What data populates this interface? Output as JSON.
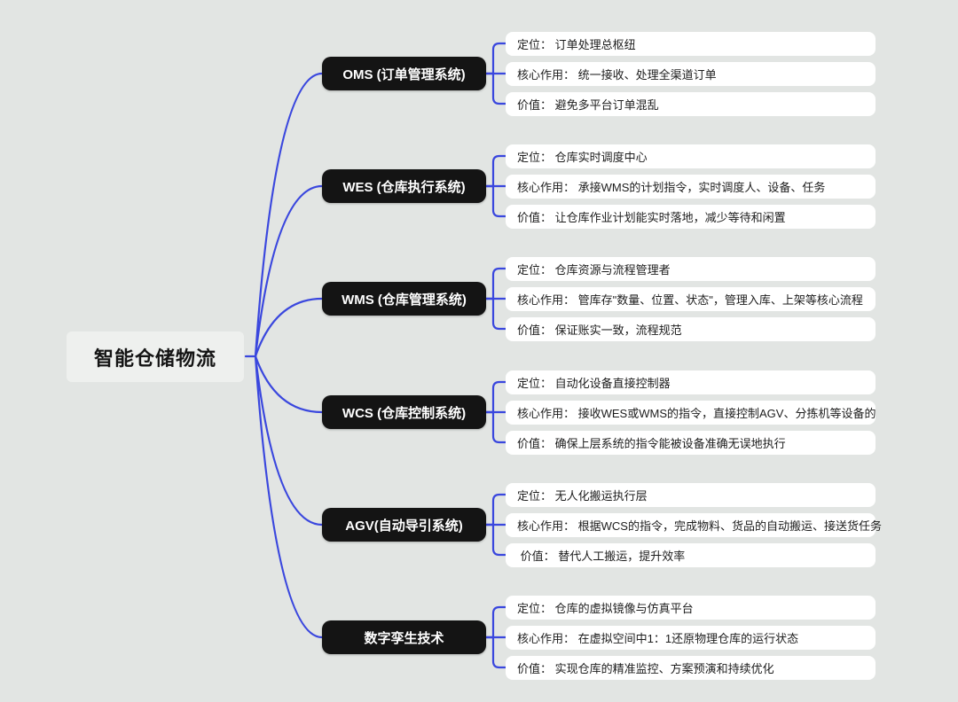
{
  "root": {
    "label": "智能仓储物流"
  },
  "branches": [
    {
      "label": "OMS (订单管理系统)",
      "children": [
        "定位： 订单处理总枢纽",
        "核心作用： 统一接收、处理全渠道订单",
        "价值： 避免多平台订单混乱"
      ]
    },
    {
      "label": "WES (仓库执行系统)",
      "children": [
        "定位： 仓库实时调度中心",
        "核心作用： 承接WMS的计划指令，实时调度人、设备、任务",
        "价值： 让仓库作业计划能实时落地，减少等待和闲置"
      ]
    },
    {
      "label": "WMS (仓库管理系统)",
      "children": [
        "定位： 仓库资源与流程管理者",
        "核心作用： 管库存\"数量、位置、状态\"，管理入库、上架等核心流程",
        "价值： 保证账实一致，流程规范"
      ]
    },
    {
      "label": "WCS (仓库控制系统)",
      "children": [
        "定位： 自动化设备直接控制器",
        "核心作用： 接收WES或WMS的指令，直接控制AGV、分拣机等设备的",
        "价值： 确保上层系统的指令能被设备准确无误地执行"
      ]
    },
    {
      "label": "AGV(自动导引系统)",
      "children": [
        "定位： 无人化搬运执行层",
        "核心作用： 根据WCS的指令，完成物料、货品的自动搬运、接送货任务",
        " 价值： 替代人工搬运，提升效率"
      ]
    },
    {
      "label": "数字孪生技术",
      "children": [
        "定位： 仓库的虚拟镜像与仿真平台",
        "核心作用： 在虚拟空间中1：1还原物理仓库的运行状态",
        "价值： 实现仓库的精准监控、方案预演和持续优化"
      ]
    }
  ],
  "colors": {
    "canvas_bg": "#e2e5e3",
    "root_bg": "#eef0ee",
    "branch_bg": "#141414",
    "leaf_bg": "#ffffff",
    "connector": "#3a47de"
  }
}
